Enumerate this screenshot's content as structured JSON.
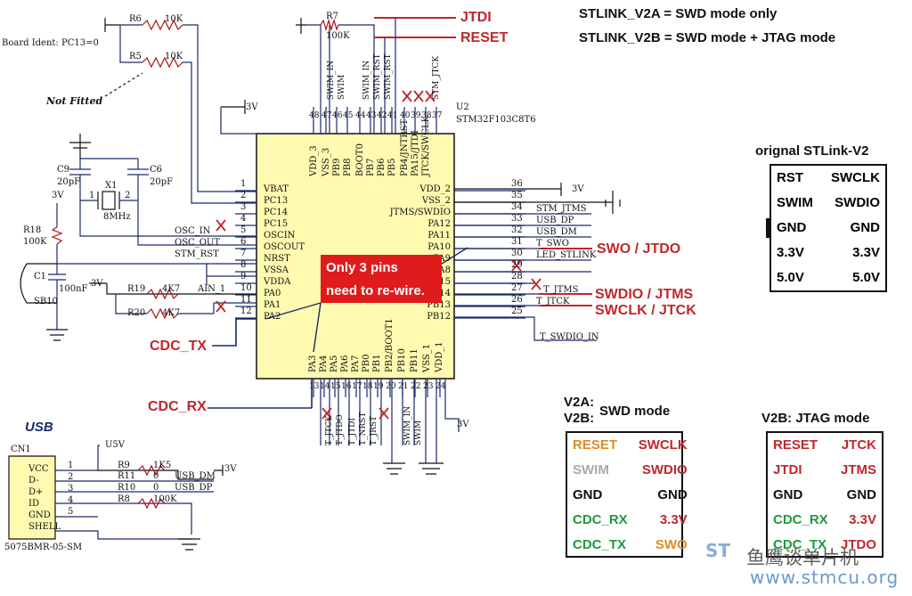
{
  "header": {
    "line1": "STLINK_V2A = SWD mode only",
    "line2": "STLINK_V2B = SWD mode + JTAG mode"
  },
  "board_ident": "Board Ident: PC13=0",
  "not_fitted": "Not Fitted",
  "mcu": {
    "ref": "U2",
    "part": "STM32F103C8T6",
    "left_pins": [
      "VBAT",
      "PC13",
      "PC14",
      "PC15",
      "OSCIN",
      "OSCOUT",
      "NRST",
      "VSSA",
      "VDDA",
      "PA0",
      "PA1",
      "PA2"
    ],
    "left_nums": [
      "1",
      "2",
      "3",
      "4",
      "5",
      "6",
      "7",
      "8",
      "9",
      "10",
      "11",
      "12"
    ],
    "right_pins": [
      "VDD_2",
      "VSS_2",
      "JTMS/SWDIO",
      "PA12",
      "PA11",
      "PA10",
      "PA9",
      "PA8",
      "PB15",
      "PB14",
      "PB13",
      "PB12"
    ],
    "right_nums": [
      "36",
      "35",
      "34",
      "33",
      "32",
      "31",
      "30",
      "29",
      "28",
      "27",
      "26",
      "25"
    ],
    "top_pins": [
      "VDD_3",
      "VSS_3",
      "PB9",
      "PB8",
      "BOOT0",
      "PB7",
      "PB6",
      "PB5",
      "PB4/JNTRST",
      "PA15/JTDI",
      "JTCK/SWCLK"
    ],
    "top_nums": [
      "48",
      "47",
      "46",
      "45",
      "44",
      "43",
      "42",
      "41",
      "40",
      "39",
      "38",
      "37"
    ],
    "bottom_pins": [
      "PA3",
      "PA4",
      "PA5",
      "PA6",
      "PA7",
      "PB0",
      "PB1",
      "PB2/BOOT1",
      "PB10",
      "PB11",
      "VSS_1",
      "VDD_1"
    ],
    "bottom_nums": [
      "13",
      "14",
      "15",
      "16",
      "17",
      "18",
      "19",
      "20",
      "21",
      "22",
      "23",
      "24"
    ]
  },
  "nets": {
    "top": [
      "SWIM_IN",
      "SWIM",
      "SWIM_IN",
      "SWIM_RST",
      "SWIM_RST",
      "STM_JTCK"
    ],
    "right": [
      "STM_JTMS",
      "USB_DP",
      "USB_DM",
      "T_SWO",
      "LED_STLINK",
      "T_JTMS",
      "T_JTCK",
      "T_SWDIO_IN"
    ],
    "left": [
      "OSC_IN",
      "OSC_OUT",
      "STM_RST",
      "AIN_1"
    ],
    "bottom": [
      "T_JTCK",
      "T_JTDO",
      "T_JTDI",
      "T_NRST",
      "T_JRST",
      "SWIM_IN",
      "SWIM"
    ],
    "usb": [
      "USB_DM",
      "USB_DP"
    ]
  },
  "components": {
    "r6": "R6",
    "r6v": "10K",
    "r5": "R5",
    "r5v": "10K",
    "r7": "R7",
    "r7v": "100K",
    "c9": "C9",
    "c9v": "20pF",
    "c6": "C6",
    "c6v": "20pF",
    "x1": "X1",
    "x1v": "8MHz",
    "x1p1": "1",
    "x1p2": "2",
    "r18": "R18",
    "r18v": "100K",
    "c1": "C1",
    "c1v": "100nF",
    "sb10": "SB10",
    "r19": "R19",
    "r19v": "4K7",
    "r20": "R20",
    "r20v": "4K7",
    "v3": "3V",
    "v5": "U5V",
    "r9": "R9",
    "r9v": "1K5",
    "r11": "R11",
    "r11v": "0",
    "r10": "R10",
    "r10v": "0",
    "r8": "R8",
    "r8v": "100K"
  },
  "signals": {
    "jtdi": "JTDI",
    "reset": "RESET",
    "swo_jtdo": "SWO / JTDO",
    "swdio_jtms": "SWDIO / JTMS",
    "swclk_jtck": "SWCLK / JTCK",
    "cdc_tx": "CDC_TX",
    "cdc_rx": "CDC_RX"
  },
  "callout": {
    "line1": "Only 3 pins",
    "line2": "need to re-wire."
  },
  "usb": {
    "title": "USB",
    "ref": "CN1",
    "part": "5075BMR-05-SM",
    "pins": [
      "VCC",
      "D-",
      "D+",
      "ID",
      "GND",
      "SHELL"
    ],
    "nums": [
      "1",
      "2",
      "3",
      "4",
      "5"
    ]
  },
  "original": {
    "title": "orignal STLink-V2",
    "rows": [
      [
        "RST",
        "SWCLK"
      ],
      [
        "SWIM",
        "SWDIO"
      ],
      [
        "GND",
        "GND"
      ],
      [
        "3.3V",
        "3.3V"
      ],
      [
        "5.0V",
        "5.0V"
      ]
    ]
  },
  "v2a": {
    "title1": "V2A:",
    "title2": "V2B:",
    "mode": "SWD mode",
    "rows": [
      [
        "RESET",
        "SWCLK"
      ],
      [
        "SWIM",
        "SWDIO"
      ],
      [
        "GND",
        "GND"
      ],
      [
        "CDC_RX",
        "3.3V"
      ],
      [
        "CDC_TX",
        "SWO"
      ]
    ],
    "colors": [
      [
        "#e08a2a",
        "#c0272d"
      ],
      [
        "#aaaaaa",
        "#c0272d"
      ],
      [
        "#111111",
        "#111111"
      ],
      [
        "#1f9a3c",
        "#c0272d"
      ],
      [
        "#1f9a3c",
        "#e08a2a"
      ]
    ]
  },
  "v2b": {
    "title": "V2B: JTAG mode",
    "rows": [
      [
        "RESET",
        "JTCK"
      ],
      [
        "JTDI",
        "JTMS"
      ],
      [
        "GND",
        "GND"
      ],
      [
        "CDC_RX",
        "3.3V"
      ],
      [
        "CDC_TX",
        "JTDO"
      ]
    ],
    "colors": [
      [
        "#c0272d",
        "#c0272d"
      ],
      [
        "#c0272d",
        "#c0272d"
      ],
      [
        "#111111",
        "#111111"
      ],
      [
        "#1f9a3c",
        "#c0272d"
      ],
      [
        "#1f9a3c",
        "#c0272d"
      ]
    ]
  },
  "watermark": {
    "line1": "ST",
    "line2": "鱼鹰谈单片机",
    "line3": "www.stmcu.org"
  }
}
